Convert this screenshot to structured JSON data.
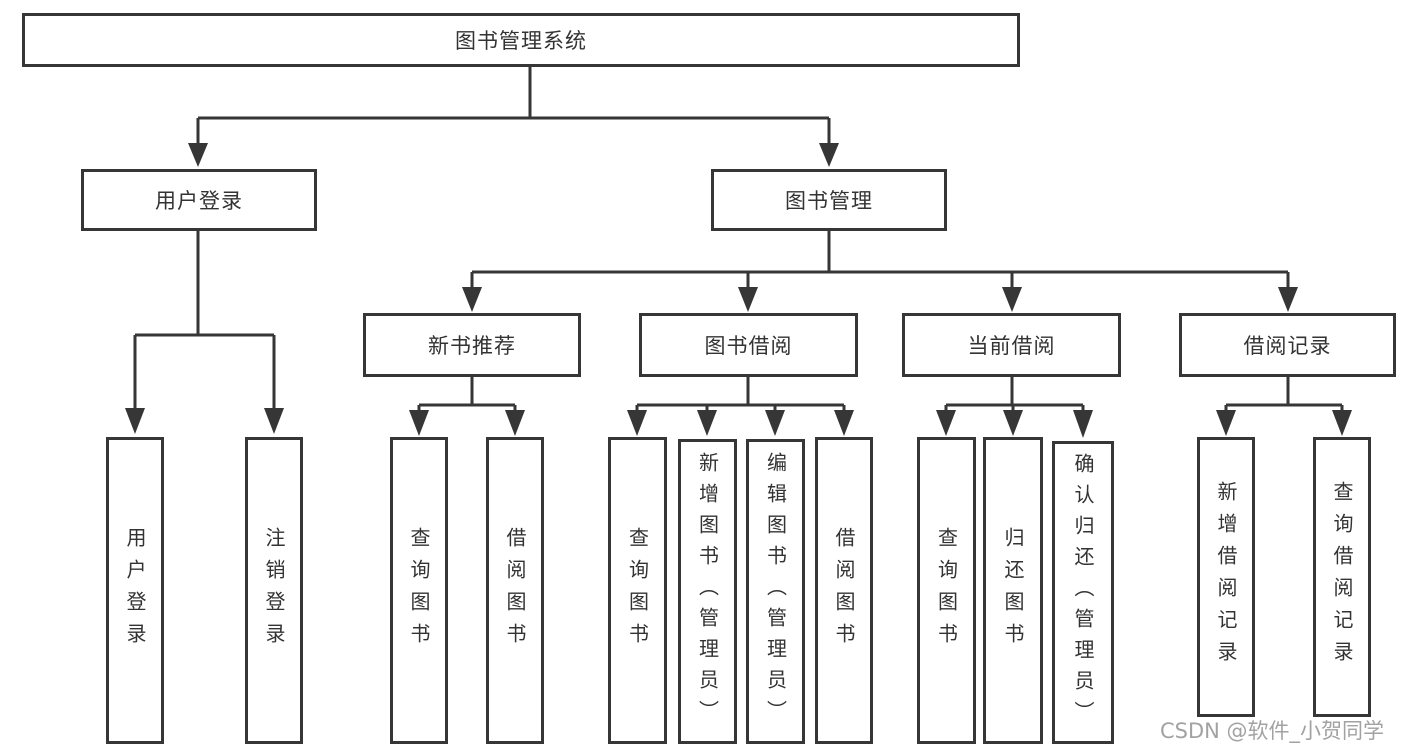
{
  "tree": {
    "root": {
      "label": "图书管理系统"
    },
    "branches": [
      {
        "label": "用户登录",
        "children": [
          "用户登录",
          "注销登录"
        ]
      },
      {
        "label": "图书管理",
        "sections": [
          {
            "label": "新书推荐",
            "children": [
              "查询图书",
              "借阅图书"
            ]
          },
          {
            "label": "图书借阅",
            "children": [
              "查询图书",
              "新增图书（管理员）",
              "编辑图书（管理员）",
              "借阅图书"
            ]
          },
          {
            "label": "当前借阅",
            "children": [
              "查询图书",
              "归还图书",
              "确认归还（管理员）"
            ]
          },
          {
            "label": "借阅记录",
            "children": [
              "新增借阅记录",
              "查询借阅记录"
            ]
          }
        ]
      }
    ]
  },
  "watermark": {
    "text": "CSDN @软件_小贺同学"
  },
  "colors": {
    "line": "#363636",
    "box_border": "#363636",
    "box_fill": "#ffffff",
    "text": "#333333",
    "watermark": "#a2a2a2",
    "background": "#ffffff"
  }
}
